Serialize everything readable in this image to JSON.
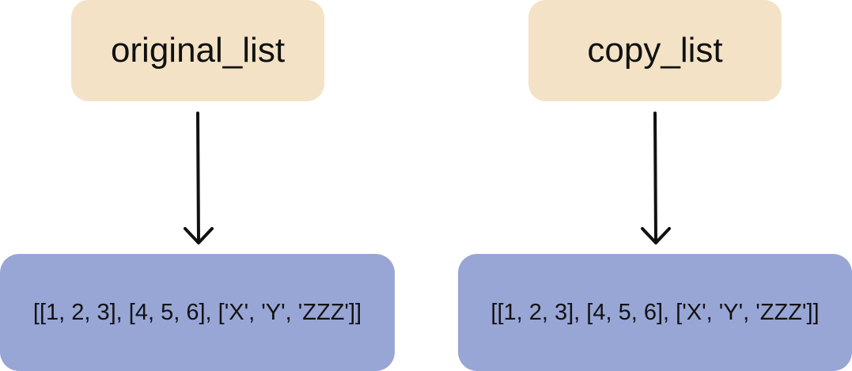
{
  "diagram": {
    "left": {
      "variable_label": "original_list",
      "value_label": "[[1, 2, 3], [4, 5, 6], ['X', 'Y', 'ZZZ']]"
    },
    "right": {
      "variable_label": "copy_list",
      "value_label": "[[1, 2, 3], [4, 5, 6], ['X', 'Y', 'ZZZ']]"
    },
    "colors": {
      "variable_box": "#f3e2c5",
      "value_box": "#98a6d6",
      "arrow": "#111111",
      "text": "#111111"
    }
  }
}
